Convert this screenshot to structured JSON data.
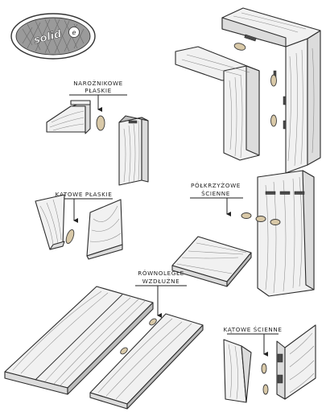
{
  "logo": {
    "text": "solid",
    "mark": "e",
    "fill": "#9a9a9a",
    "text_color": "#ffffff"
  },
  "labels": {
    "corner_flat": [
      "NAROŻNIKOWE",
      "PŁASKIE"
    ],
    "miter_flat": "KĄTOWE PŁASKIE",
    "half_cross_wall": [
      "PÓŁKRZYŻOWE",
      "ŚCIENNE"
    ],
    "parallel_long": [
      "RÓWNOLEGŁE",
      "WZDŁUŻNE"
    ],
    "miter_wall": "KĄTOWE ŚCIENNE"
  },
  "colors": {
    "ink": "#2b2b2b",
    "wood_face": "#f1f1f1",
    "wood_side": "#dcdcdc",
    "biscuit": "#d9c9a8"
  }
}
